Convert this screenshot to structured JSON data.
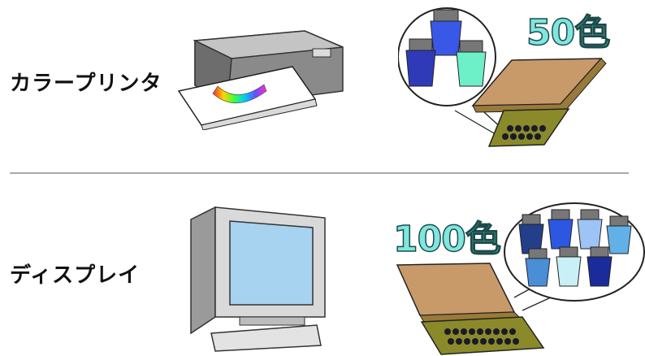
{
  "rows": [
    {
      "label": "カラープリンタ",
      "count": "50色"
    },
    {
      "label": "ディスプレイ",
      "count": "100色"
    }
  ],
  "colors": {
    "divider": "#a9a9a9",
    "count_fill": "#7fe6e0",
    "count_outline": "#1c4b4a",
    "palette_lid": "#c89a6a",
    "palette_base": "#8a8a2a"
  }
}
